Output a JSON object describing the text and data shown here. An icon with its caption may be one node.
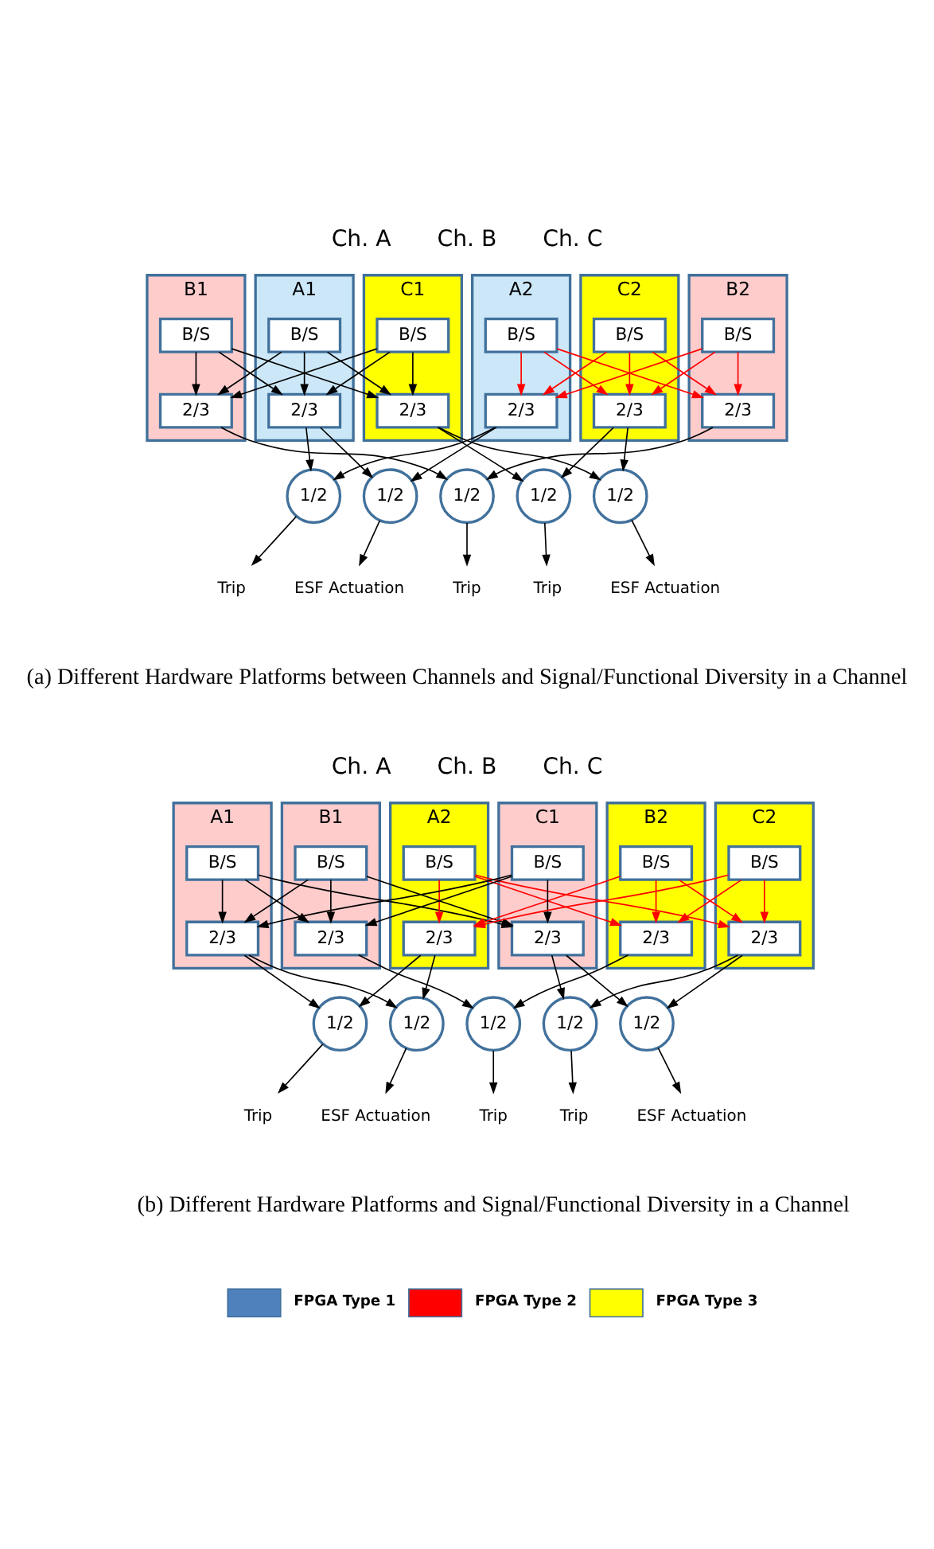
{
  "diagram": {
    "nodes": [
      {
        "text": [
          "A1"
        ]
      },
      {
        "text": [
          "B/S"
        ],
        "in": 0
      },
      {
        "text": [
          "2/3"
        ],
        "in": 0
      },
      {
        "text": [
          "A2"
        ]
      },
      {
        "text": [
          "B/S"
        ],
        "in": 3
      },
      {
        "text": [
          "2/3"
        ],
        "in": 3
      },
      {
        "text": [
          "B1"
        ]
      },
      {
        "text": [
          "B/S"
        ],
        "in": 6
      },
      {
        "text": [
          "2/3"
        ],
        "in": 6
      },
      {
        "text": [
          "B2"
        ]
      },
      {
        "text": [
          "B/S"
        ],
        "in": 9
      },
      {
        "text": [
          "2/3"
        ],
        "in": 9
      },
      {
        "text": [
          "C1"
        ]
      },
      {
        "text": [
          "B/S"
        ],
        "in": 12
      },
      {
        "text": [
          "2/3"
        ],
        "in": 12
      },
      {
        "text": [
          "C2"
        ]
      },
      {
        "text": [
          "B/S"
        ],
        "in": 15
      },
      {
        "text": [
          "2/3"
        ],
        "in": 15
      },
      {
        "text": [
          "1/2"
        ]
      },
      {
        "text": [
          "1/2"
        ]
      },
      {
        "text": [
          "1/2"
        ]
      },
      {
        "text": [
          "1/2"
        ]
      },
      {
        "text": [
          "1/2"
        ]
      },
      {
        "text": [
          "Trip"
        ]
      },
      {
        "text": [
          "ESF Actuation"
        ]
      },
      {
        "text": [
          "Trip"
        ]
      },
      {
        "text": [
          "Trip"
        ]
      },
      {
        "text": [
          "ESF Actuation"
        ]
      },
      {
        "text": [
          "A1"
        ]
      },
      {
        "text": [
          "B/S"
        ],
        "in": 28
      },
      {
        "text": [
          "2/3"
        ],
        "in": 28
      },
      {
        "text": [
          "A2"
        ]
      },
      {
        "text": [
          "B/S"
        ],
        "in": 31
      },
      {
        "text": [
          "2/3"
        ],
        "in": 31
      },
      {
        "text": [
          "B1"
        ]
      },
      {
        "text": [
          "B/S"
        ],
        "in": 34
      },
      {
        "text": [
          "2/3"
        ],
        "in": 34
      },
      {
        "text": [
          "B2"
        ]
      },
      {
        "text": [
          "B/S"
        ],
        "in": 37
      },
      {
        "text": [
          "2/3"
        ],
        "in": 37
      },
      {
        "text": [
          "C1"
        ]
      },
      {
        "text": [
          "B/S"
        ],
        "in": 40
      },
      {
        "text": [
          "2/3"
        ],
        "in": 40
      },
      {
        "text": [
          "C2"
        ]
      },
      {
        "text": [
          "B/S"
        ],
        "in": 43
      },
      {
        "text": [
          "2/3"
        ],
        "in": 43
      },
      {
        "text": [
          "1/2"
        ]
      },
      {
        "text": [
          "1/2"
        ]
      },
      {
        "text": [
          "1/2"
        ]
      },
      {
        "text": [
          "1/2"
        ]
      },
      {
        "text": [
          "1/2"
        ]
      },
      {
        "text": [
          "Trip"
        ]
      },
      {
        "text": [
          "ESF Actuation"
        ]
      },
      {
        "text": [
          "Trip"
        ]
      },
      {
        "text": [
          "Trip"
        ]
      },
      {
        "text": [
          "ESF Actuation"
        ]
      }
    ],
    "edges": [
      {
        "from": 1,
        "to": 2,
        "arrow": "to"
      },
      {
        "from": 1,
        "to": 8,
        "arrow": "to"
      },
      {
        "from": 1,
        "to": 14,
        "arrow": "to"
      },
      {
        "from": 4,
        "to": 5,
        "arrow": "to",
        "color": "#ff0000"
      },
      {
        "from": 4,
        "to": 11,
        "arrow": "to",
        "color": "#ff0000"
      },
      {
        "from": 4,
        "to": 17,
        "arrow": "to",
        "color": "#ff0000"
      },
      {
        "from": 7,
        "to": 2,
        "arrow": "to"
      },
      {
        "from": 7,
        "to": 8,
        "arrow": "to"
      },
      {
        "from": 7,
        "to": 14,
        "arrow": "to"
      },
      {
        "from": 10,
        "to": 5,
        "arrow": "to",
        "color": "#ff0000"
      },
      {
        "from": 10,
        "to": 11,
        "arrow": "to",
        "color": "#ff0000"
      },
      {
        "from": 10,
        "to": 17,
        "arrow": "to",
        "color": "#ff0000"
      },
      {
        "from": 13,
        "to": 2,
        "arrow": "to"
      },
      {
        "from": 13,
        "to": 8,
        "arrow": "to"
      },
      {
        "from": 13,
        "to": 14,
        "arrow": "to"
      },
      {
        "from": 16,
        "to": 5,
        "arrow": "to",
        "color": "#ff0000"
      },
      {
        "from": 16,
        "to": 11,
        "arrow": "to",
        "color": "#ff0000"
      },
      {
        "from": 16,
        "to": 17,
        "arrow": "to",
        "color": "#ff0000"
      },
      {
        "from": 2,
        "to": 18,
        "arrow": "to"
      },
      {
        "from": 2,
        "to": 19,
        "arrow": "to"
      },
      {
        "from": 5,
        "to": 18,
        "arrow": "to"
      },
      {
        "from": 5,
        "to": 19,
        "arrow": "to"
      },
      {
        "from": 8,
        "to": 20,
        "arrow": "to"
      },
      {
        "from": 11,
        "to": 20,
        "arrow": "to"
      },
      {
        "from": 14,
        "to": 21,
        "arrow": "to"
      },
      {
        "from": 14,
        "to": 22,
        "arrow": "to"
      },
      {
        "from": 17,
        "to": 21,
        "arrow": "to"
      },
      {
        "from": 17,
        "to": 22,
        "arrow": "to"
      },
      {
        "from": 18,
        "to": 23,
        "arrow": "to"
      },
      {
        "from": 19,
        "to": 24,
        "arrow": "to"
      },
      {
        "from": 20,
        "to": 25,
        "arrow": "to"
      },
      {
        "from": 21,
        "to": 26,
        "arrow": "to"
      },
      {
        "from": 22,
        "to": 27,
        "arrow": "to"
      },
      {
        "from": 29,
        "to": 30,
        "arrow": "to"
      },
      {
        "from": 29,
        "to": 36,
        "arrow": "to"
      },
      {
        "from": 29,
        "to": 42,
        "arrow": "to"
      },
      {
        "from": 32,
        "to": 33,
        "arrow": "to",
        "color": "#ff0000"
      },
      {
        "from": 32,
        "to": 39,
        "arrow": "to",
        "color": "#ff0000"
      },
      {
        "from": 32,
        "to": 45,
        "arrow": "to",
        "color": "#ff0000"
      },
      {
        "from": 35,
        "to": 30,
        "arrow": "to"
      },
      {
        "from": 35,
        "to": 36,
        "arrow": "to"
      },
      {
        "from": 35,
        "to": 42,
        "arrow": "to"
      },
      {
        "from": 38,
        "to": 33,
        "arrow": "to",
        "color": "#ff0000"
      },
      {
        "from": 38,
        "to": 39,
        "arrow": "to",
        "color": "#ff0000"
      },
      {
        "from": 38,
        "to": 45,
        "arrow": "to",
        "color": "#ff0000"
      },
      {
        "from": 41,
        "to": 30,
        "arrow": "to"
      },
      {
        "from": 41,
        "to": 36,
        "arrow": "to"
      },
      {
        "from": 41,
        "to": 42,
        "arrow": "to"
      },
      {
        "from": 44,
        "to": 33,
        "arrow": "to",
        "color": "#ff0000"
      },
      {
        "from": 44,
        "to": 39,
        "arrow": "to",
        "color": "#ff0000"
      },
      {
        "from": 44,
        "to": 45,
        "arrow": "to",
        "color": "#ff0000"
      },
      {
        "from": 30,
        "to": 46,
        "arrow": "to"
      },
      {
        "from": 30,
        "to": 47,
        "arrow": "to"
      },
      {
        "from": 33,
        "to": 46,
        "arrow": "to"
      },
      {
        "from": 33,
        "to": 47,
        "arrow": "to"
      },
      {
        "from": 36,
        "to": 48,
        "arrow": "to"
      },
      {
        "from": 39,
        "to": 48,
        "arrow": "to"
      },
      {
        "from": 42,
        "to": 49,
        "arrow": "to"
      },
      {
        "from": 42,
        "to": 50,
        "arrow": "to"
      },
      {
        "from": 45,
        "to": 49,
        "arrow": "to"
      },
      {
        "from": 45,
        "to": 50,
        "arrow": "to"
      },
      {
        "from": 46,
        "to": 51,
        "arrow": "to"
      },
      {
        "from": 47,
        "to": 52,
        "arrow": "to"
      },
      {
        "from": 48,
        "to": 53,
        "arrow": "to"
      },
      {
        "from": 49,
        "to": 54,
        "arrow": "to"
      },
      {
        "from": 50,
        "to": 55,
        "arrow": "to"
      }
    ],
    "labels": [
      "Ch. A",
      "Ch. B",
      "Ch. C",
      "(a) Different Hardware Platforms between Channels and Signal/Functional Diversity in a Channel",
      "Ch. A",
      "Ch. B",
      "Ch. C",
      "(b) Different Hardware Platforms and Signal/Functional Diversity in a Channel"
    ],
    "legend": [
      {
        "text": "FPGA Type 1",
        "color": "#4f81bd"
      },
      {
        "text": "FPGA Type 2",
        "color": "#ff0000"
      },
      {
        "text": "FPGA Type 3",
        "color": "#ffff00"
      }
    ]
  }
}
